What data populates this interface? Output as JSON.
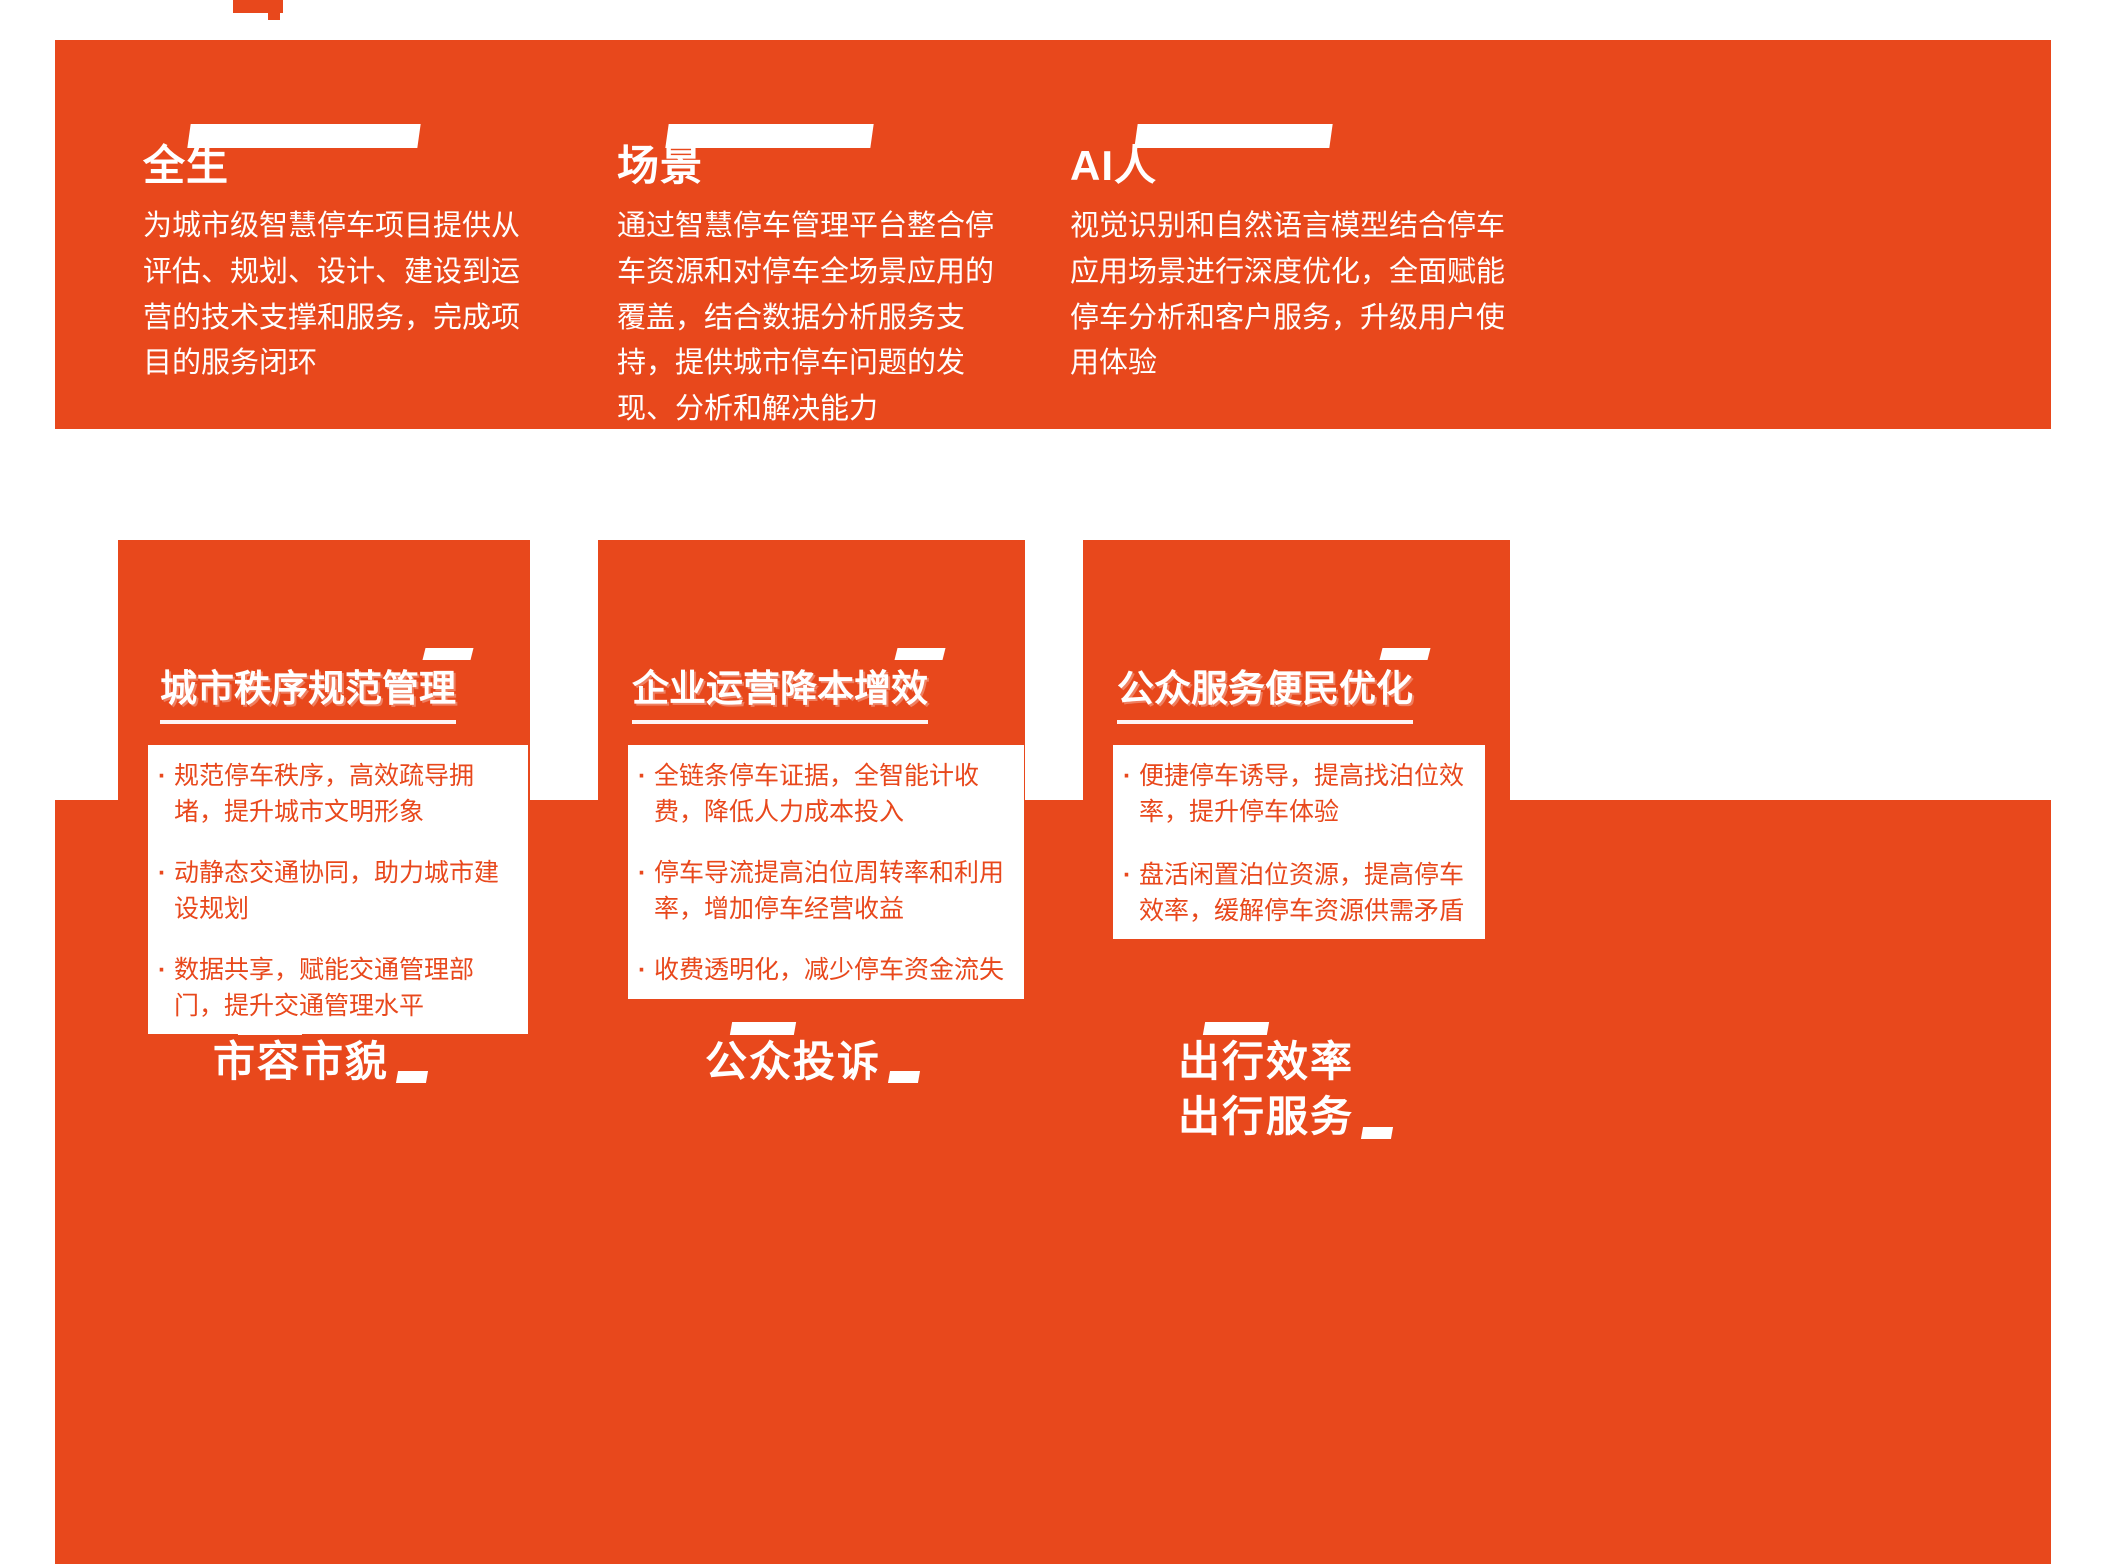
{
  "theme": {
    "accent_orange": "#E8481C",
    "text_on_accent": "#FFFFFF"
  },
  "top_banner": {
    "columns": [
      {
        "title": "全生",
        "body": "为城市级智慧停车项目提供从评估、规划、设计、建设到运营的技术支撑和服务，完成项目的服务闭环"
      },
      {
        "title": "场景",
        "body": "通过智慧停车管理平台整合停车资源和对停车全场景应用的覆盖，结合数据分析服务支持，提供城市停车问题的发现、分析和解决能力"
      },
      {
        "title": "AI人",
        "body": "视觉识别和自然语言模型结合停车应用场景进行深度优化，全面赋能停车分析和客户服务，升级用户使用体验"
      }
    ]
  },
  "cards": [
    {
      "title": "城市秩序规范管理",
      "bullets": [
        "规范停车秩序，高效疏导拥堵，提升城市文明形象",
        "动静态交通协同，助力城市建设规划",
        "数据共享，赋能交通管理部门，提升交通管理水平"
      ],
      "footer": [
        "市容市貌"
      ]
    },
    {
      "title": "企业运营降本增效",
      "bullets": [
        "全链条停车证据，全智能计收费，降低人力成本投入",
        "停车导流提高泊位周转率和利用率，增加停车经营收益",
        "收费透明化，减少停车资金流失"
      ],
      "footer": [
        "公众投诉"
      ]
    },
    {
      "title": "公众服务便民优化",
      "bullets": [
        "便捷停车诱导，提高找泊位效率，提升停车体验",
        "盘活闲置泊位资源，提高停车效率，缓解停车资源供需矛盾"
      ],
      "footer": [
        "出行效率",
        "出行服务"
      ]
    }
  ]
}
